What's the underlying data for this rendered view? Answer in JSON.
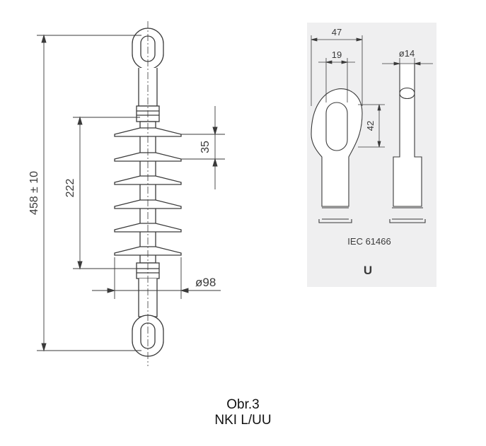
{
  "main_drawing": {
    "overall_length": "458 ± 10",
    "shed_section_length": "222",
    "shed_spacing": "35",
    "shed_diameter": "ø98"
  },
  "fitting_detail": {
    "width_outer": "47",
    "width_inner": "19",
    "pin_diameter": "ø14",
    "eye_height": "42",
    "standard": "IEC 61466",
    "type_letter": "U"
  },
  "caption": {
    "figure": "Obr.3",
    "model": "NKI L/UU"
  },
  "colors": {
    "line": "#3a3a3a",
    "panel": "#efeff0",
    "shed_fill": "#ffffff"
  }
}
